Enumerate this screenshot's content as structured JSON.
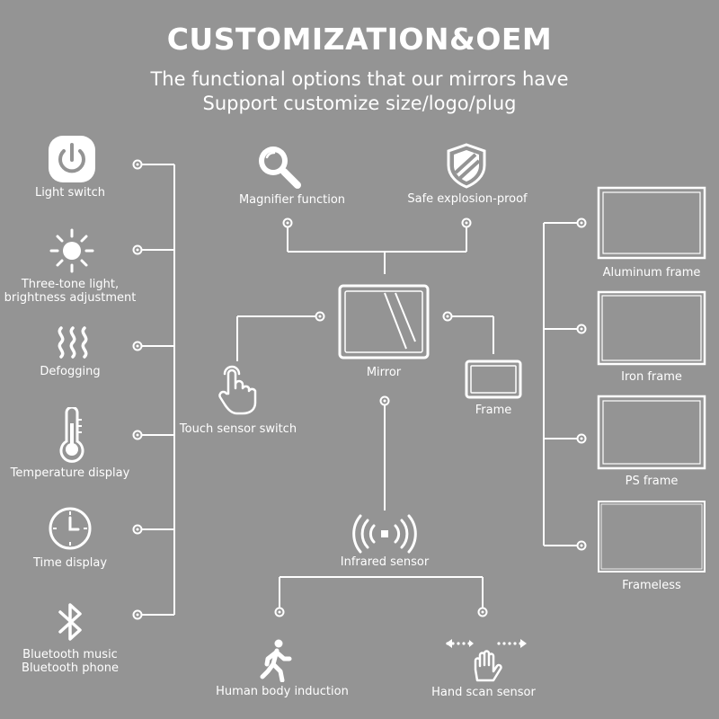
{
  "title": "CUSTOMIZATION&OEM",
  "subtitle_line1": "The functional options that our mirrors have",
  "subtitle_line2": "Support customize size/logo/plug",
  "left_features": [
    {
      "label": "Light switch",
      "icon": "power-icon"
    },
    {
      "label": "Three-tone light,\nbrightness adjustment",
      "icon": "sun-icon"
    },
    {
      "label": "Defogging",
      "icon": "steam-icon"
    },
    {
      "label": "Temperature display",
      "icon": "thermometer-icon"
    },
    {
      "label": "Time display",
      "icon": "clock-icon"
    },
    {
      "label": "Bluetooth music\nBluetooth phone",
      "icon": "bluetooth-icon"
    }
  ],
  "center": {
    "magnifier": "Magnifier function",
    "safe": "Safe explosion-proof",
    "mirror": "Mirror",
    "frame": "Frame",
    "touch": "Touch sensor switch",
    "infrared": "Infrared sensor",
    "human": "Human body induction",
    "hand": "Hand scan sensor"
  },
  "frames": [
    {
      "label": "Aluminum frame"
    },
    {
      "label": "Iron frame"
    },
    {
      "label": "PS frame"
    },
    {
      "label": "Frameless"
    }
  ],
  "colors": {
    "background": "#949494",
    "foreground": "#ffffff"
  }
}
